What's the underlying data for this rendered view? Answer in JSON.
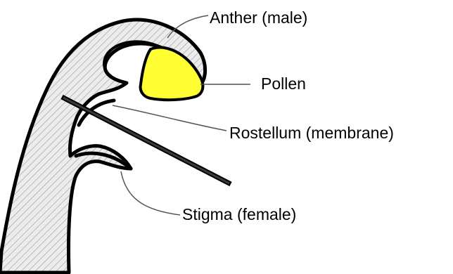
{
  "labels": {
    "anther": "Anther (male)",
    "pollen": "Pollen",
    "rostellum": "Rostellum (membrane)",
    "stigma": "Stigma (female)"
  },
  "colors": {
    "pollen_fill": "#ffff33",
    "outline": "#000000",
    "hatch": "#9a9a9a",
    "leader": "#555555",
    "column_fill": "#d9d9d9"
  }
}
